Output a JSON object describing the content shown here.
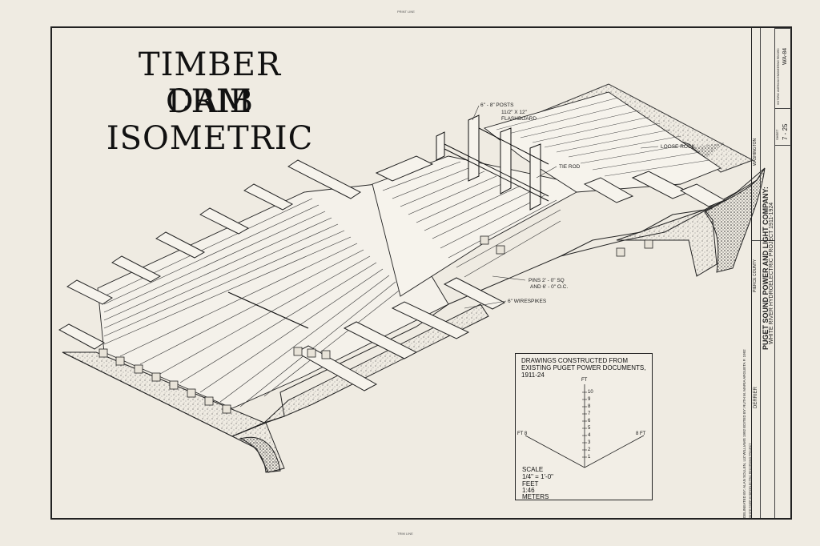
{
  "title": {
    "line1": "TIMBER CRIB",
    "line2": "DAM",
    "line3": "ISOMETRIC"
  },
  "callouts": {
    "posts": "6\" - 8\" POSTS",
    "flashboard": "11/2\" X 12\"",
    "flashboard2": "FLASHBOARD",
    "tie_rod": "TIE ROD",
    "loose_rock": "LOOSE ROCK",
    "pins": "PINS 2' - 0\" SQ",
    "pins2": "AND 6' - 0\" O.C.",
    "wirespikes": "6\" WIRESPIKES"
  },
  "scale_box": {
    "note1": "DRAWINGS CONSTRUCTED FROM",
    "note2": "EXISTING PUGET POWER DOCUMENTS,",
    "note3": "1911-24",
    "ft_label_left": "FT 8",
    "ft_label_right": "8 FT",
    "ft_label_top": "FT",
    "vertical_ticks": [
      "10",
      "9",
      "8",
      "7",
      "6",
      "5",
      "4",
      "3",
      "2",
      "1"
    ],
    "scale_label": "SCALE",
    "scale_value": "1/4\" = 1'-0\"",
    "feet": "FEET",
    "ratio": "1:46",
    "meters": "METERS"
  },
  "title_block": {
    "company": "PUGET SOUND POWER AND LIGHT COMPANY:",
    "project": "WHITE RIVER HYDROELECTRIC PROJECT  1911-1924",
    "county": "PIERCE COUNTY",
    "state": "WASHINGTON",
    "delineated": "DELINEATED BY: ALAN SOLLEN, LIZ WILLIAMS 1992  EDITED BY: RUTH M. MARIA ARGUETA P. 1992",
    "recording": "WHITE RIVER HYDROELECTRIC RECORDING PROJECT",
    "dam": "DERRIER",
    "sheet_label": "SHEET",
    "sheet_num": "7 - 25",
    "haer": "WA-84",
    "agency": "HISTORIC AMERICAN ENGINEERING RECORD"
  },
  "edge_marks": {
    "top": "PRINT LINE",
    "bottom": "TRIM LINE"
  }
}
